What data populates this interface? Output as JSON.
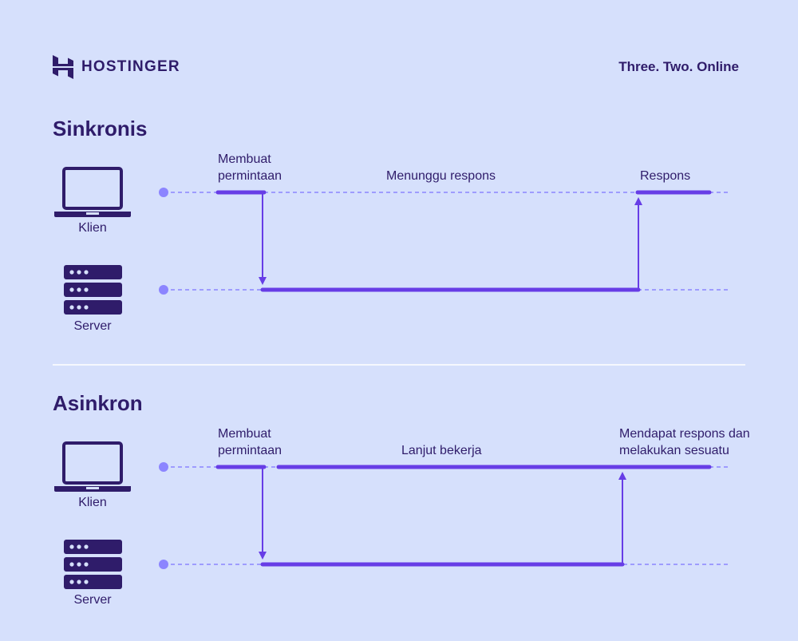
{
  "header": {
    "brand": "HOSTINGER",
    "tagline": "Three. Two. Online"
  },
  "colors": {
    "background": "#d6e0fc",
    "accent": "#673de6",
    "dark": "#2f1c6a",
    "dot": "#8c85ff",
    "dashed": "#8c85ff"
  },
  "sync": {
    "title": "Sinkronis",
    "client_label": "Klien",
    "server_label": "Server",
    "request_label": "Membuat\npermintaan",
    "wait_label": "Menunggu respons",
    "response_label": "Respons"
  },
  "async": {
    "title": "Asinkron",
    "client_label": "Klien",
    "server_label": "Server",
    "request_label": "Membuat\npermintaan",
    "continue_label": "Lanjut bekerja",
    "response_label": "Mendapat respons dan\nmelakukan sesuatu"
  }
}
